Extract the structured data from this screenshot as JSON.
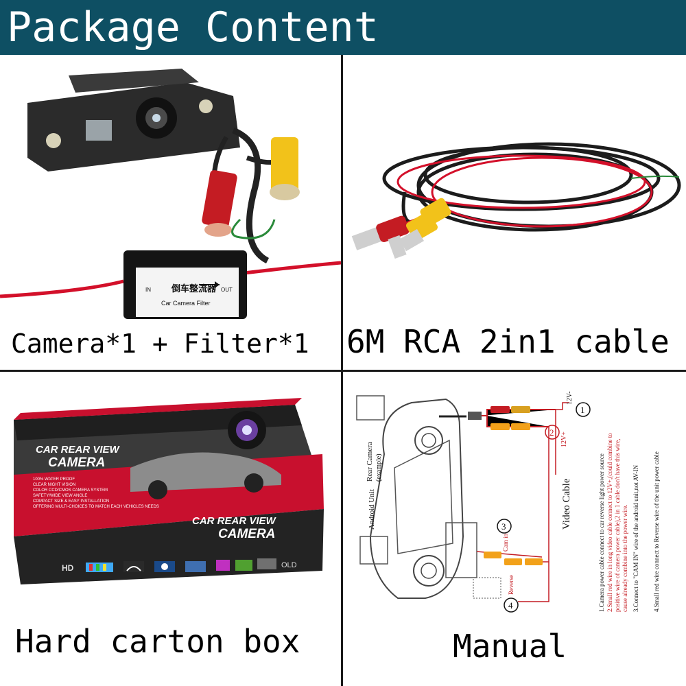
{
  "header": {
    "title": "Package Content"
  },
  "colors": {
    "header_bg": "#0e4f63",
    "cable_red": "#d3102a",
    "cable_yellow": "#f2c21a",
    "box_red": "#c8102e"
  },
  "cells": {
    "camera": {
      "caption": "Camera*1 + Filter*1",
      "filter_label_cn": "倒车整流器",
      "filter_label_en": "Car Camera Filter",
      "filter_out": "OUT",
      "filter_in": "IN"
    },
    "cable": {
      "caption": "6M RCA 2in1 cable"
    },
    "box": {
      "caption": "Hard carton box",
      "title_line1": "CAR REAR VIEW",
      "title_line2": "CAMERA",
      "features": [
        "100% WATER PROOF",
        "CLEAR NIGHT VISION",
        "COLOR CCD/CMOS CAMERA SYSTEM",
        "SAFETY/WIDE VIEW ANGLE",
        "COMPACT SIZE & EASY INSTALLATION",
        "OFFERING MULTI-CHOICES TO MATCH EACH VEHICLES NEEDS"
      ],
      "hd": "HD",
      "old": "OLD"
    },
    "manual": {
      "caption": "Manual",
      "rear_camera": "Rear Camera",
      "example": "(example)",
      "android_unit": "Android Unit",
      "video_cable": "Video Cable",
      "label_12v_minus": "12V-",
      "label_12v_plus": "12V+",
      "cam_in": "Cam in",
      "reverse": "Reverse",
      "num1": "1",
      "num2": "2",
      "num3": "3",
      "num4": "4",
      "note1": "1.Camera power cable connect to car reverse light power source",
      "note2a": "2.Small red wire in long video cable connect to 12V+,(could combine to",
      "note2b": "positive wire of camera power cable),2 in 1 cable don't have this wire,",
      "note2c": "cause already combine into the power wire.",
      "note3": "3.Connect to \"CAM IN\" wire of the android unit,not AV-IN",
      "note4": "4.Small red wire connect to Reverse wire of the unit power cable"
    }
  }
}
